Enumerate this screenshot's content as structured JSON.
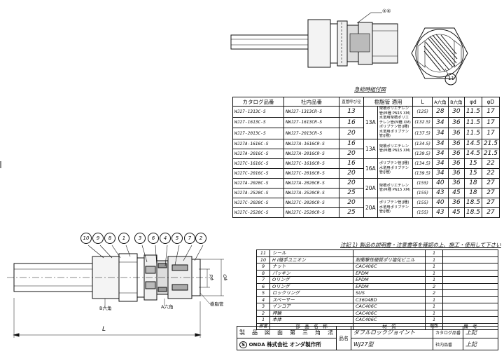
{
  "top_view": {
    "callout_top": "⑤⑥",
    "callout_side": "11",
    "caption": "急総時組付図"
  },
  "spec_table": {
    "headers": [
      "カタログ品番",
      "社内品番",
      "直管呼び径",
      "樹脂管 適用",
      "L",
      "A六角",
      "B六角",
      "φd",
      "φD"
    ],
    "rows": [
      {
        "catalog": "WJ27-1313C-S",
        "internal": "NWJ27-1313CR-S",
        "nominal": "13",
        "L": "(125)",
        "A": "28",
        "B": "30",
        "d": "11.5",
        "D": "17"
      },
      {
        "catalog": "WJ27-1613C-S",
        "internal": "NWJ27-1613CR-S",
        "nominal": "16",
        "L": "(132.5)",
        "A": "34",
        "B": "36",
        "d": "11.5",
        "D": "17"
      },
      {
        "catalog": "WJ27-2013C-S",
        "internal": "NWJ27-2013CR-S",
        "nominal": "20",
        "L": "(137.5)",
        "A": "34",
        "B": "36",
        "d": "11.5",
        "D": "17"
      },
      {
        "catalog": "WJ27A-1616C-S",
        "internal": "NWJ27A-1616CR-S",
        "nominal": "16",
        "L": "(134.5)",
        "A": "34",
        "B": "36",
        "d": "14.5",
        "D": "21.5"
      },
      {
        "catalog": "WJ27A-2016C-S",
        "internal": "NWJ27A-2016CR-S",
        "nominal": "20",
        "L": "(139.5)",
        "A": "34",
        "B": "36",
        "d": "14.5",
        "D": "21.5"
      },
      {
        "catalog": "WJ27C-1616C-S",
        "internal": "NWJ27C-1616CR-S",
        "nominal": "16",
        "L": "(134.5)",
        "A": "34",
        "B": "36",
        "d": "15",
        "D": "22"
      },
      {
        "catalog": "WJ27C-2016C-S",
        "internal": "NWJ27C-2016CR-S",
        "nominal": "20",
        "L": "(139.5)",
        "A": "34",
        "B": "36",
        "d": "15",
        "D": "22"
      },
      {
        "catalog": "WJ27A-2020C-S",
        "internal": "NWJ27A-2020CR-S",
        "nominal": "20",
        "L": "(155)",
        "A": "40",
        "B": "36",
        "d": "18",
        "D": "27"
      },
      {
        "catalog": "WJ27A-2520C-S",
        "internal": "NWJ27A-2520CR-S",
        "nominal": "25",
        "L": "(155)",
        "A": "43",
        "B": "45",
        "d": "18",
        "D": "27"
      },
      {
        "catalog": "WJ27C-2020C-S",
        "internal": "NWJ27C-2020CR-S",
        "nominal": "20",
        "L": "(155)",
        "A": "40",
        "B": "36",
        "d": "18.5",
        "D": "27"
      },
      {
        "catalog": "WJ27C-2520C-S",
        "internal": "NWJ27C-2520CR-S",
        "nominal": "25",
        "L": "(155)",
        "A": "43",
        "B": "45",
        "d": "18.5",
        "D": "27"
      }
    ],
    "groups": [
      {
        "size": "13A",
        "pipes": "架橋ポリエチレン管(M種 PN15 XM)\n水道用架橋ポリエチレン管(M種 XM)\nポリブテン管(J種)\n水道用ポリブテン管(J種)"
      },
      {
        "size": "13A",
        "pipes": "架橋ポリエチレン管(M種 PN15 XM)"
      },
      {
        "size": "16A",
        "pipes": "ポリブテン管(J種)\n水道用ポリブテン管(J種)"
      },
      {
        "size": "20A",
        "pipes": "架橋ポリエチレン管(M種 PN15 XM)"
      },
      {
        "size": "20A",
        "pipes": "ポリブテン管(J種)\n水道用ポリブテン管(J種)"
      }
    ]
  },
  "note": "注記 1) 製品の説明書・注意書等を確認の上、施工・使用して下さい",
  "parts": [
    {
      "no": "11",
      "name": "シール",
      "material": "",
      "qty": "1"
    },
    {
      "no": "10",
      "name": "H I継手ユニオン",
      "material": "耐衝撃性硬質ポリ塩化ビニル",
      "qty": "1"
    },
    {
      "no": "9",
      "name": "ナット",
      "material": "CAC406C",
      "qty": "1"
    },
    {
      "no": "8",
      "name": "パッキン",
      "material": "EPDM",
      "qty": "1"
    },
    {
      "no": "7",
      "name": "Oリング",
      "material": "EPDM",
      "qty": "1"
    },
    {
      "no": "6",
      "name": "Oリング",
      "material": "EPDM",
      "qty": "2"
    },
    {
      "no": "5",
      "name": "ロックリング",
      "material": "SUS",
      "qty": "2"
    },
    {
      "no": "4",
      "name": "スペーサー",
      "material": "C3604BD",
      "qty": "1"
    },
    {
      "no": "3",
      "name": "インコア",
      "material": "CAC406C",
      "qty": "1"
    },
    {
      "no": "2",
      "name": "押輪",
      "material": "CAC406C",
      "qty": "1"
    },
    {
      "no": "1",
      "name": "本体",
      "material": "CAC406C",
      "qty": "1"
    }
  ],
  "parts_header": {
    "no": "部番",
    "name": "部　品　名　称",
    "material": "材　質",
    "qty": "個数",
    "remark": "備　考"
  },
  "title_block": {
    "drawing_type": "製　品　図　面　第　三　角　法",
    "company": "株式会社 オンダ製作所",
    "logo": "ONDA",
    "name_label": "品名",
    "product": "ダブルロックジョイント",
    "model": "WJ27型",
    "catalog_label": "カタログ品番",
    "catalog_value": "上記",
    "internal_label": "社内品番",
    "internal_value": "上記"
  },
  "section_view": {
    "callouts": [
      "10",
      "9",
      "8",
      "1",
      "3",
      "6",
      "4",
      "5",
      "7",
      "2"
    ],
    "label_b": "B六角",
    "label_a": "A六角",
    "label_d": "φd",
    "label_D": "φD",
    "label_pipe": "樹脂管",
    "label_L": "L"
  }
}
